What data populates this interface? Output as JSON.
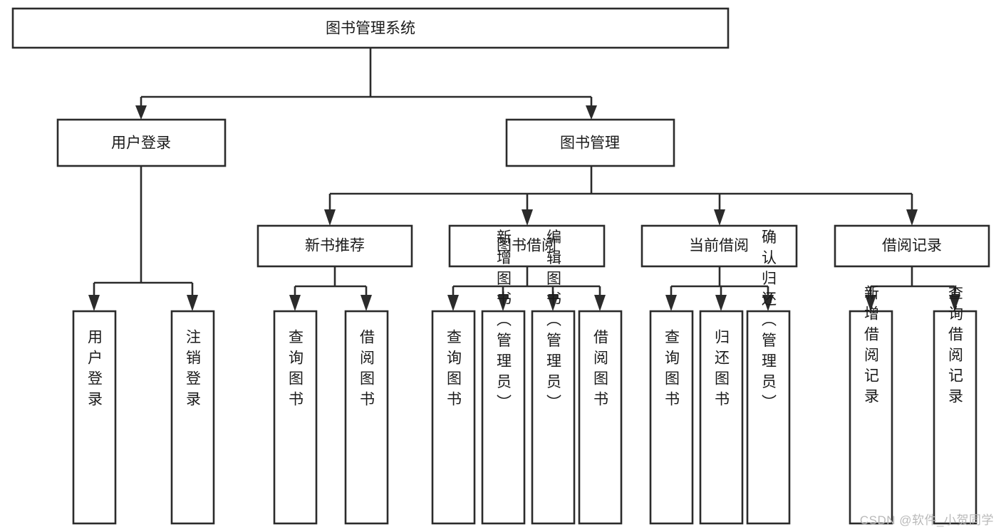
{
  "diagram": {
    "type": "tree-hierarchy",
    "title": "图书管理系统",
    "watermark": "CSDN @软件_小贺同学",
    "colors": {
      "box_stroke": "#2b2b2b",
      "box_fill": "#ffffff",
      "text": "#1a1a1a",
      "connector": "#2b2b2b",
      "background": "#ffffff",
      "watermark": "#b9b9b9"
    },
    "levels": {
      "level0": [
        "图书管理系统"
      ],
      "level1": [
        "用户登录",
        "图书管理"
      ],
      "level2": [
        "新书推荐",
        "图书借阅",
        "当前借阅",
        "借阅记录"
      ],
      "level3": [
        "用户登录",
        "注销登录",
        "查询图书",
        "借阅图书",
        "查询图书",
        "新增图书（管理员）",
        "编辑图书（管理员）",
        "借阅图书",
        "查询图书",
        "归还图书",
        "确认归还（管理员）",
        "新增借阅记录",
        "查询借阅记录"
      ]
    },
    "nodes": {
      "root": {
        "label": "图书管理系统"
      },
      "user_login": {
        "label": "用户登录"
      },
      "book_manage": {
        "label": "图书管理"
      },
      "new_book_rec": {
        "label": "新书推荐"
      },
      "book_borrow": {
        "label": "图书借阅"
      },
      "current_borrow": {
        "label": "当前借阅"
      },
      "borrow_record": {
        "label": "借阅记录"
      },
      "leaf_user_login": {
        "label": "用户登录"
      },
      "leaf_user_logout": {
        "label": "注销登录"
      },
      "leaf_query_book_a": {
        "label": "查询图书"
      },
      "leaf_borrow_book_a": {
        "label": "借阅图书"
      },
      "leaf_query_book_b": {
        "label": "查询图书"
      },
      "leaf_add_book": {
        "label": "新增图书（管理员）"
      },
      "leaf_edit_book": {
        "label": "编辑图书（管理员）"
      },
      "leaf_borrow_book_b": {
        "label": "借阅图书"
      },
      "leaf_query_book_c": {
        "label": "查询图书"
      },
      "leaf_return_book": {
        "label": "归还图书"
      },
      "leaf_confirm_return": {
        "label": "确认归还（管理员）"
      },
      "leaf_add_record": {
        "label": "新增借阅记录"
      },
      "leaf_query_record": {
        "label": "查询借阅记录"
      }
    },
    "edges": [
      {
        "from": "root",
        "to": "user_login"
      },
      {
        "from": "root",
        "to": "book_manage"
      },
      {
        "from": "user_login",
        "to": "leaf_user_login"
      },
      {
        "from": "user_login",
        "to": "leaf_user_logout"
      },
      {
        "from": "book_manage",
        "to": "new_book_rec"
      },
      {
        "from": "book_manage",
        "to": "book_borrow"
      },
      {
        "from": "book_manage",
        "to": "current_borrow"
      },
      {
        "from": "book_manage",
        "to": "borrow_record"
      },
      {
        "from": "new_book_rec",
        "to": "leaf_query_book_a"
      },
      {
        "from": "new_book_rec",
        "to": "leaf_borrow_book_a"
      },
      {
        "from": "book_borrow",
        "to": "leaf_query_book_b"
      },
      {
        "from": "book_borrow",
        "to": "leaf_add_book"
      },
      {
        "from": "book_borrow",
        "to": "leaf_edit_book"
      },
      {
        "from": "book_borrow",
        "to": "leaf_borrow_book_b"
      },
      {
        "from": "current_borrow",
        "to": "leaf_query_book_c"
      },
      {
        "from": "current_borrow",
        "to": "leaf_return_book"
      },
      {
        "from": "current_borrow",
        "to": "leaf_confirm_return"
      },
      {
        "from": "borrow_record",
        "to": "leaf_add_record"
      },
      {
        "from": "borrow_record",
        "to": "leaf_query_record"
      }
    ]
  }
}
